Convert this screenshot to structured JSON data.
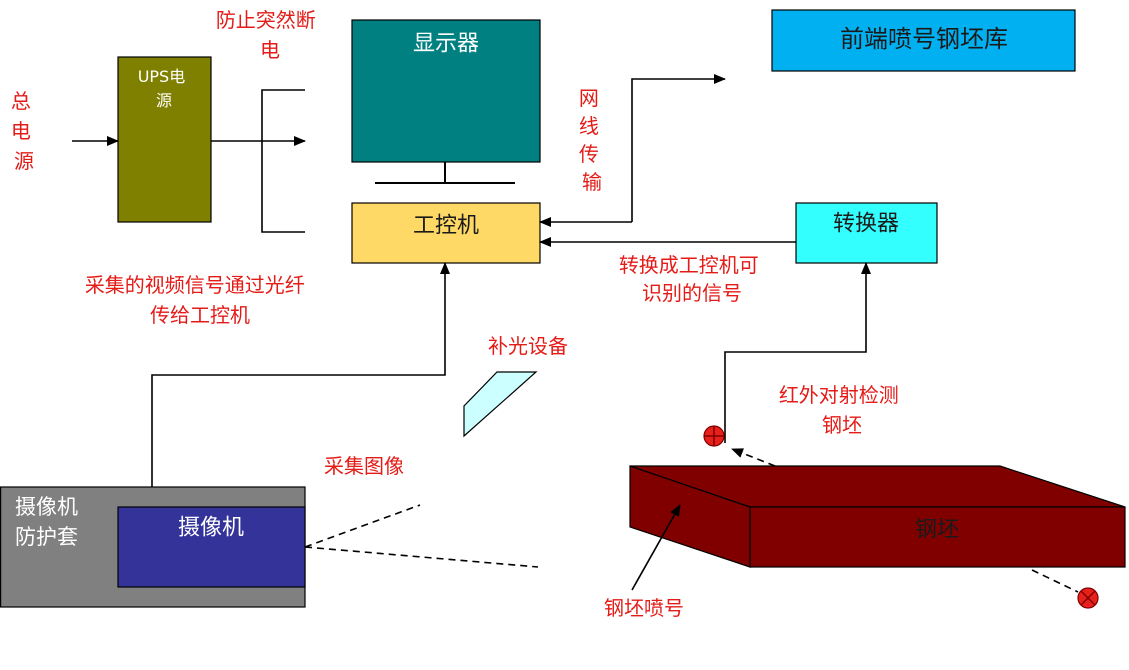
{
  "colors": {
    "annotation_text": "#e41b17",
    "ups_fill": "#808000",
    "monitor_fill": "#008080",
    "ipc_fill": "#ffd966",
    "warehouse_fill": "#00b0f0",
    "converter_fill": "#33ffff",
    "fill_light_fill": "#ccffff",
    "housing_fill": "#808080",
    "camera_fill": "#333399",
    "billet_fill": "#800000",
    "sensor_fill": "#e8201c"
  },
  "nodes": {
    "main_power": {
      "lines": [
        "总",
        "电",
        "源"
      ]
    },
    "ups": {
      "lines": [
        "UPS电",
        "源"
      ]
    },
    "ups_note": {
      "lines": [
        "防止突然断",
        "电"
      ]
    },
    "monitor": {
      "label": "显示器"
    },
    "ipc": {
      "label": "工控机"
    },
    "network_note": {
      "lines": [
        "网",
        "线",
        "传",
        "输"
      ]
    },
    "billet_warehouse": {
      "label": "前端喷号钢坯库"
    },
    "converter": {
      "label": "转换器"
    },
    "converter_note": {
      "lines": [
        "转换成工控机可",
        "识别的信号"
      ]
    },
    "video_note": {
      "lines": [
        "采集的视频信号通过光纤",
        "传给工控机"
      ]
    },
    "fill_light": {
      "label": "补光设备"
    },
    "infrared_note": {
      "lines": [
        "红外对射检测",
        "钢坯"
      ]
    },
    "capture_note": {
      "label": "采集图像"
    },
    "camera_housing": {
      "lines": [
        "摄像机",
        "防护套"
      ]
    },
    "camera": {
      "label": "摄像机"
    },
    "billet": {
      "label": "钢坯"
    },
    "billet_marking": {
      "label": "钢坯喷号"
    }
  }
}
